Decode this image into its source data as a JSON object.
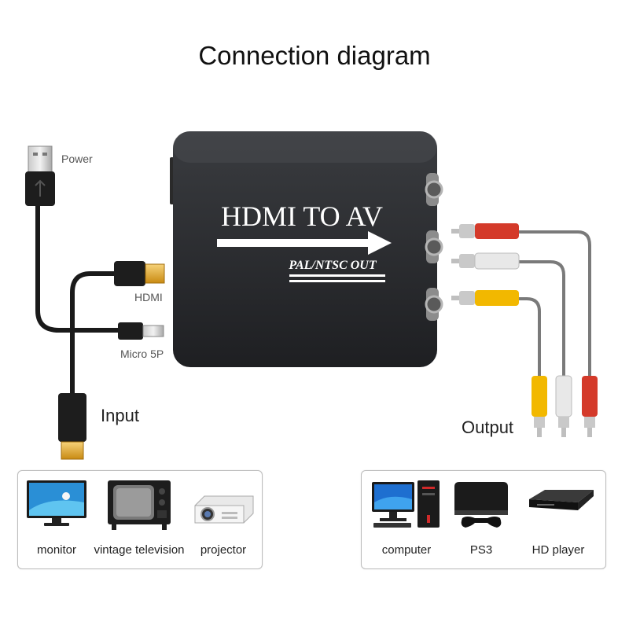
{
  "title": "Connection diagram",
  "device": {
    "name": "HDMI TO AV",
    "subtitle": "PAL/NTSC OUT"
  },
  "labels": {
    "power": "Power",
    "hdmi": "HDMI",
    "micro": "Micro 5P",
    "input": "Input",
    "output": "Output"
  },
  "input_devices": [
    {
      "label": "monitor",
      "icon": "monitor-icon"
    },
    {
      "label": "vintage television",
      "icon": "vintage-tv-icon"
    },
    {
      "label": "projector",
      "icon": "projector-icon"
    }
  ],
  "output_devices": [
    {
      "label": "computer",
      "icon": "computer-icon"
    },
    {
      "label": "PS3",
      "icon": "ps3-icon"
    },
    {
      "label": "HD player",
      "icon": "hd-player-icon"
    }
  ],
  "colors": {
    "box": "#2b2d30",
    "rca_red": "#d43a2a",
    "rca_white": "#e6e6e6",
    "rca_yellow": "#f2b800",
    "hdmi_gold": "#e0a62a"
  }
}
